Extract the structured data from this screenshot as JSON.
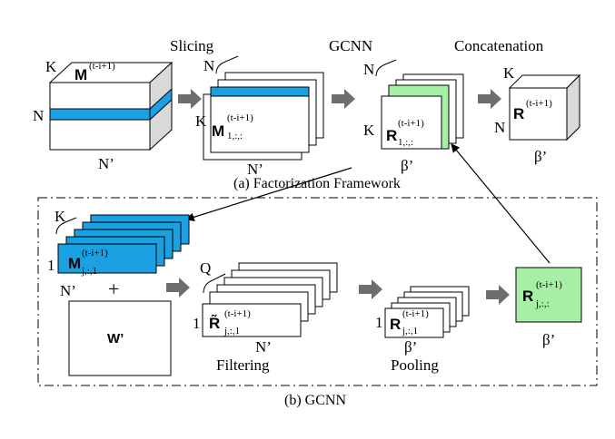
{
  "stages": {
    "slicing": "Slicing",
    "gcnn": "GCNN",
    "concatenation": "Concatenation",
    "filtering": "Filtering",
    "pooling": "Pooling"
  },
  "captions": {
    "framework": "(a) Factorization Framework",
    "gcnn": "(b) GCNN"
  },
  "dims": {
    "K": "K",
    "N": "N",
    "N_prime": "N’",
    "beta_prime": "β’",
    "Q": "Q",
    "one": "1",
    "plus": "+"
  },
  "symbols": {
    "M": "M",
    "R": "R",
    "R_tilde": "R̃",
    "W_prime": "W’",
    "sup": "(t-i+1)",
    "sub_1": "1,:,:",
    "sub_j": "j,:,:",
    "sub_j1": "j,:,1"
  },
  "colors": {
    "blue": "#1ba1e2",
    "green": "#a6f0a6",
    "gray_arrow": "#6e6e6e",
    "cube_side": "#d9d9d9"
  }
}
